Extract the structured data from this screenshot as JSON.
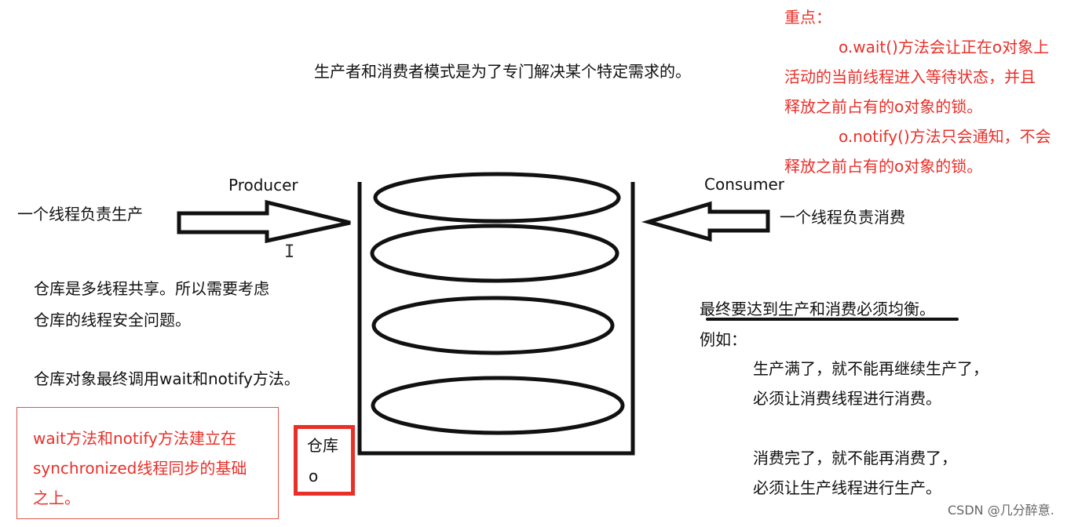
{
  "header_text": "生产者和消费者模式是为了专门解决某个特定需求的。",
  "key_note": {
    "title": "重点：",
    "lines": [
      "o.wait()方法会让正在o对象上",
      "活动的当前线程进入等待状态，并且",
      "释放之前占有的o对象的锁。",
      "o.notify()方法只会通知，不会",
      "释放之前占有的o对象的锁。"
    ]
  },
  "producer": {
    "label": "Producer",
    "desc": "一个线程负责生产"
  },
  "consumer": {
    "label": "Consumer",
    "desc": "一个线程负责消费"
  },
  "warehouse_notes": {
    "line1": "仓库是多线程共享。所以需要考虑",
    "line2": "仓库的线程安全问题。",
    "line3": "仓库对象最终调用wait和notify方法。"
  },
  "sync_note": {
    "lines": [
      "wait方法和notify方法建立在",
      "synchronized线程同步的基础",
      "之上。"
    ]
  },
  "warehouse_label": {
    "line1": "仓库",
    "line2": "o"
  },
  "balance": {
    "title": "最终要达到生产和消费必须均衡。",
    "example": "例如：",
    "lines": [
      "生产满了，就不能再继续生产了，",
      "必须让消费线程进行消费。",
      "",
      "消费完了，就不能再消费了，",
      "必须让生产线程进行生产。"
    ]
  },
  "watermark": "CSDN @几分醉意.",
  "colors": {
    "accent_red": "#e8302a",
    "ink": "#111111"
  }
}
